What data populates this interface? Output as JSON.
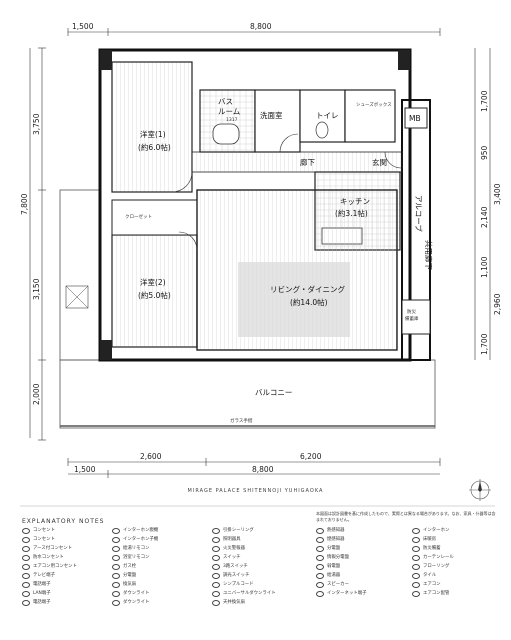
{
  "dimensions": {
    "top": [
      "1,500",
      "8,800"
    ],
    "right": [
      "1,700",
      "950",
      "3,400",
      "2,140",
      "1,100",
      "2,960",
      "1,700"
    ],
    "left": [
      "3,750",
      "7,800",
      "3,150",
      "2,000"
    ],
    "bottom": [
      "1,500",
      "2,600",
      "6,200",
      "8,800"
    ]
  },
  "rooms": {
    "western1": "洋室(1)",
    "western1_size": "(約6.0帖)",
    "western2": "洋室(2)",
    "western2_size": "(約5.0帖)",
    "bath": "バス\nルーム",
    "bath_size": "1317",
    "washroom": "洗面室",
    "toilet": "トイレ",
    "shoes": "シューズボックス",
    "mb": "MB",
    "hallway": "廊下",
    "entrance": "玄関",
    "kitchen": "キッチン",
    "kitchen_size": "(約3.1帖)",
    "living": "リビング・ダイニング",
    "living_size": "(約14.0帖)",
    "alcove": "アルコーブ",
    "common_corridor": "共用廊下",
    "balcony": "バルコニー",
    "glass_fence": "ガラス手摺",
    "storage": "防災\n備蓄庫",
    "closet": "クローゼット"
  },
  "caption": "MIRAGE PALACE SHITENNOJI YUHIGAOKA",
  "notes_title": "EXPLANATORY NOTES",
  "legend_col1": [
    "コンセント",
    "コンセント",
    "アース付コンセント",
    "防水コンセント",
    "エアコン用コンセント",
    "テレビ端子",
    "電話端子",
    "LAN端子",
    "電話端子"
  ],
  "legend_col2": [
    "インターホン親機",
    "インターホン子機",
    "給湯リモコン",
    "浴室リモコン",
    "ガス栓",
    "分電盤",
    "換気扇",
    "ダウンライト",
    "ダウンライト"
  ],
  "legend_col3": [
    "引掛シーリング",
    "照明器具",
    "火災警報器",
    "スイッチ",
    "3路スイッチ",
    "調光スイッチ",
    "シンプルコード",
    "ユニバーサルダウンライト",
    "天井換気扇"
  ],
  "legend_col4": [
    "熱感知器",
    "煙感知器",
    "分電盤",
    "情報分電盤",
    "弱電盤",
    "給湯器",
    "スピーカー",
    "インターネット端子"
  ],
  "legend_col5": [
    "インターホン",
    "床暖房",
    "防災備蓄",
    "カーテンレール",
    "フローリング",
    "タイル",
    "エアコン",
    "エアコン配管"
  ],
  "disclaimer": "本図面は設計図書を基に作成したもので、実際とは異なる場合があります。なお、家具・什器等は含まれておりません。"
}
